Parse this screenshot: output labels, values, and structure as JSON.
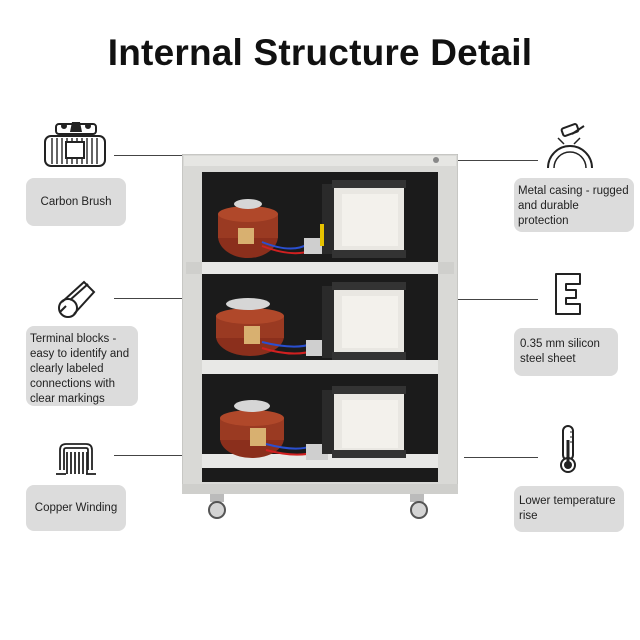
{
  "title": "Internal Structure Detail",
  "left_features": [
    {
      "id": "carbon-brush",
      "label": "Carbon Brush",
      "icon": "carbon-brush-icon"
    },
    {
      "id": "terminal-blocks",
      "label": "Terminal blocks - easy to identify and clearly labeled connections with clear markings",
      "icon": "terminal-block-icon"
    },
    {
      "id": "copper-winding",
      "label": "Copper Winding",
      "icon": "coil-icon"
    }
  ],
  "right_features": [
    {
      "id": "metal-casing",
      "label": "Metal casing - rugged and durable protection",
      "icon": "hammer-icon"
    },
    {
      "id": "silicon-steel",
      "label": "0.35 mm silicon steel sheet",
      "icon": "e-core-icon"
    },
    {
      "id": "lower-temperature",
      "label": "Lower temperature rise",
      "icon": "thermometer-icon"
    }
  ],
  "colors": {
    "label_bg": "#dcdcdc",
    "cabinet": "#d9d9d6",
    "copper": "#8b2f1c",
    "interior": "#1a1a1a"
  }
}
